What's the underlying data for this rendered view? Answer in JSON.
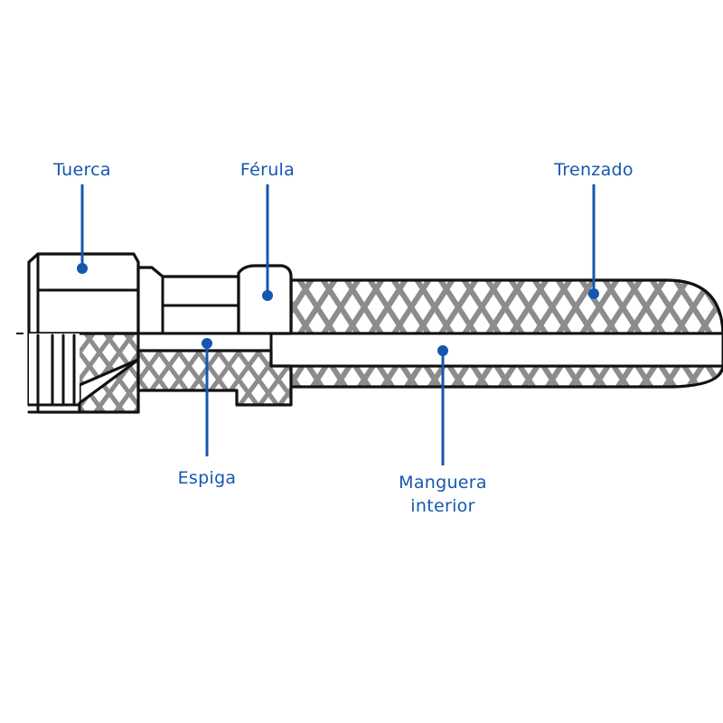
{
  "colors": {
    "accent": "#1557b0",
    "outline": "#111111",
    "hatch": "#8c8c8c",
    "background": "#ffffff"
  },
  "labels": {
    "tuerca": "Tuerca",
    "ferula": "Férula",
    "trenzado": "Trenzado",
    "espiga": "Espiga",
    "manguera_line1": "Manguera",
    "manguera_line2": "interior"
  }
}
